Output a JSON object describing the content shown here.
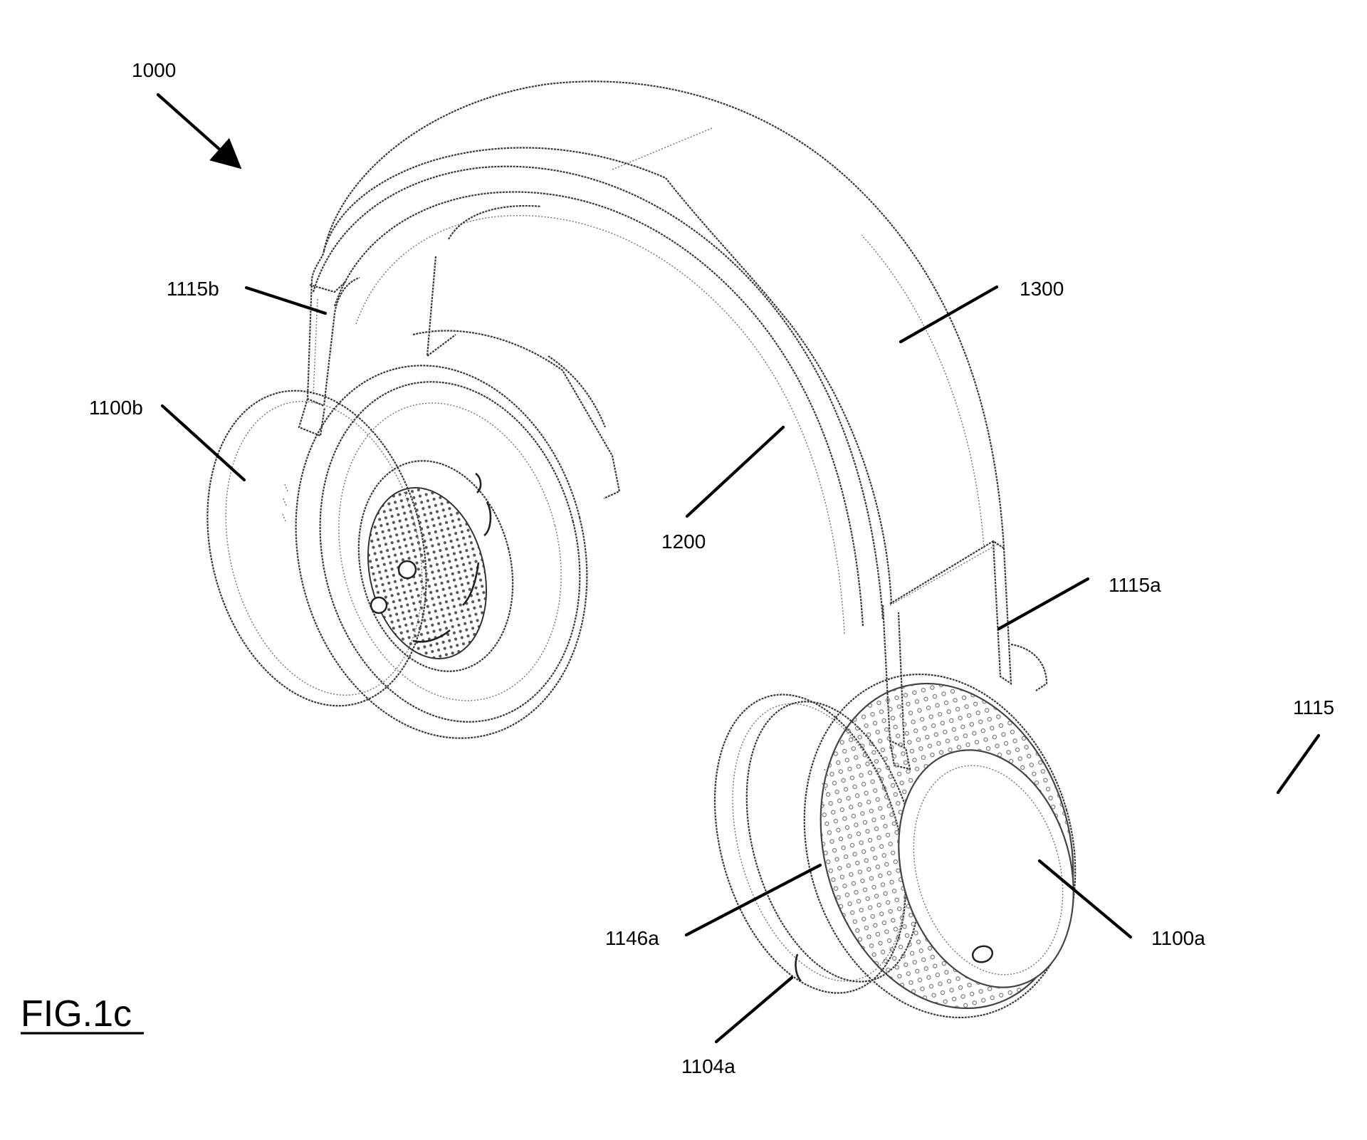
{
  "figure": {
    "title": "FIG.1c",
    "labels": {
      "l1000": "1000",
      "l1115b": "1115b",
      "l1300": "1300",
      "l1100b": "1100b",
      "l1200": "1200",
      "l1115a": "1115a",
      "l1115": "1115",
      "l1146a": "1146a",
      "l1100a": "1100a",
      "l1104a": "1104a"
    }
  },
  "colors": {
    "ink": "#000000",
    "background": "#ffffff"
  }
}
